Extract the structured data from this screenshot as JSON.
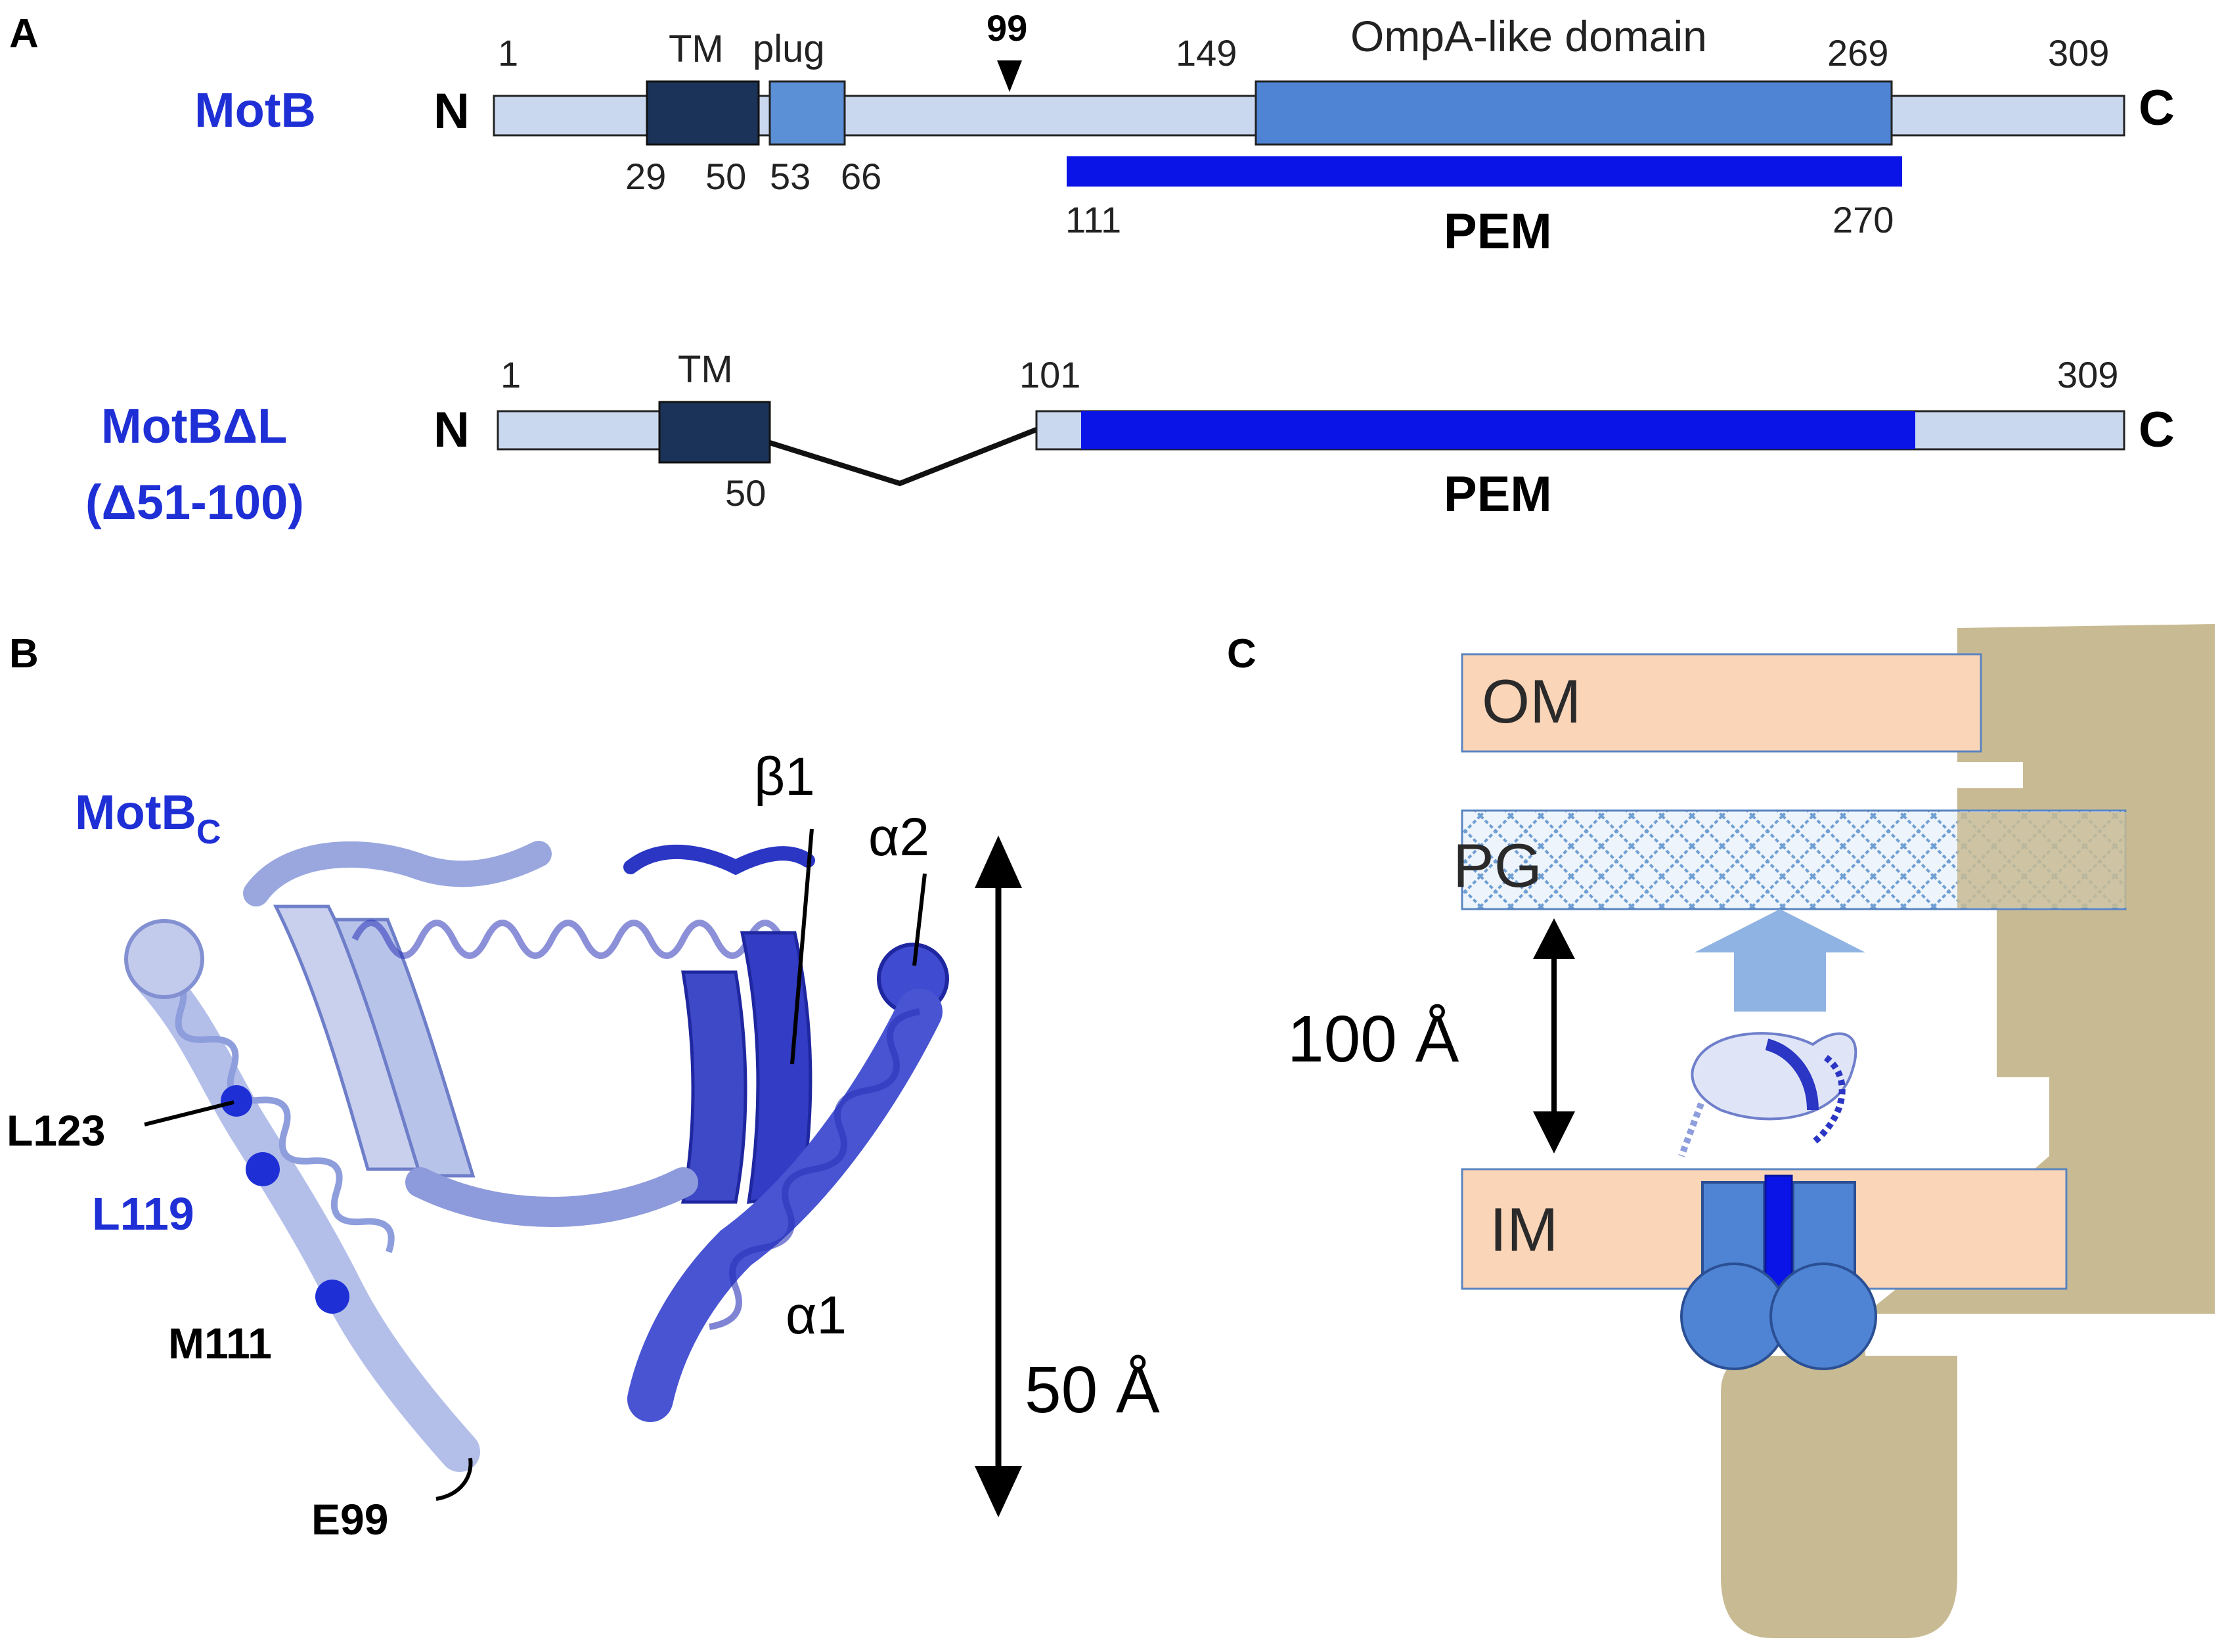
{
  "panel_a": {
    "label": "A",
    "motb": {
      "name": "MotB",
      "n_term": "N",
      "c_term": "C",
      "num_1": "1",
      "tm": "TM",
      "plug": "plug",
      "num_99": "99",
      "num_149": "149",
      "ompa": "OmpA-like domain",
      "num_269": "269",
      "num_309": "309",
      "num_29": "29",
      "num_50": "50",
      "num_53": "53",
      "num_66": "66",
      "num_111": "111",
      "pem": "PEM",
      "num_270": "270"
    },
    "motbdl": {
      "name_line1": "MotBΔL",
      "name_line2": "(Δ51-100)",
      "n_term": "N",
      "c_term": "C",
      "num_1": "1",
      "tm": "TM",
      "num_101": "101",
      "num_309": "309",
      "num_50": "50",
      "pem": "PEM"
    }
  },
  "panel_b": {
    "label": "B",
    "title_main": "MotB",
    "title_sub": "C",
    "beta1": "β1",
    "alpha2": "α2",
    "alpha1": "α1",
    "l123": "L123",
    "l119": "L119",
    "m111": "M111",
    "e99": "E99",
    "scale": "50 Å"
  },
  "panel_c": {
    "label": "C",
    "om": "OM",
    "pg": "PG",
    "im": "IM",
    "distance": "100 Å"
  },
  "colors": {
    "light_blue": "#c9d8ef",
    "tm_dark": "#1b3358",
    "plug_blue": "#5b8fd6",
    "ompa_blue": "#4f84d4",
    "pem_blue": "#0a14e6",
    "label_blue": "#1f2fd6",
    "membrane": "#fbd5b8",
    "motor_tan": "#c8bb93"
  }
}
